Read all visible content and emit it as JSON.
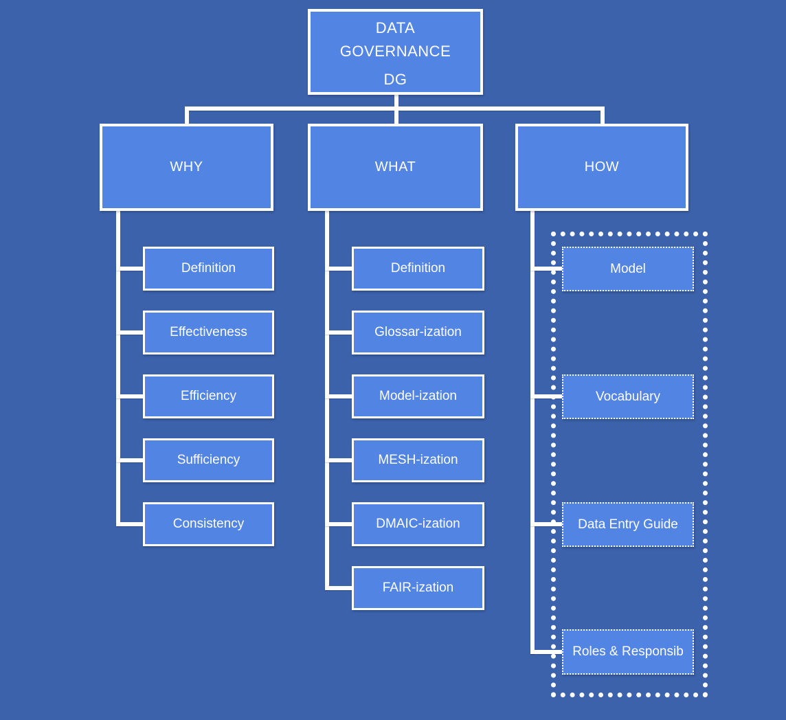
{
  "root": {
    "title": "DATA GOVERNANCE",
    "subtitle": "DG"
  },
  "branches": {
    "why": {
      "label": "WHY",
      "children": [
        "Definition",
        "Effectiveness",
        "Efficiency",
        "Sufficiency",
        "Consistency"
      ]
    },
    "what": {
      "label": "WHAT",
      "children": [
        "Definition",
        "Glossar-ization",
        "Model-ization",
        "MESH-ization",
        "DMAIC-ization",
        "FAIR-ization"
      ]
    },
    "how": {
      "label": "HOW",
      "children": [
        "Model",
        "Vocabulary",
        "Data Entry Guide",
        "Roles & Responsib"
      ]
    }
  },
  "colors": {
    "background": "#3C62AC",
    "node_fill": "#5284E4",
    "line": "#FFFFFF",
    "text": "#FFFFFF"
  }
}
